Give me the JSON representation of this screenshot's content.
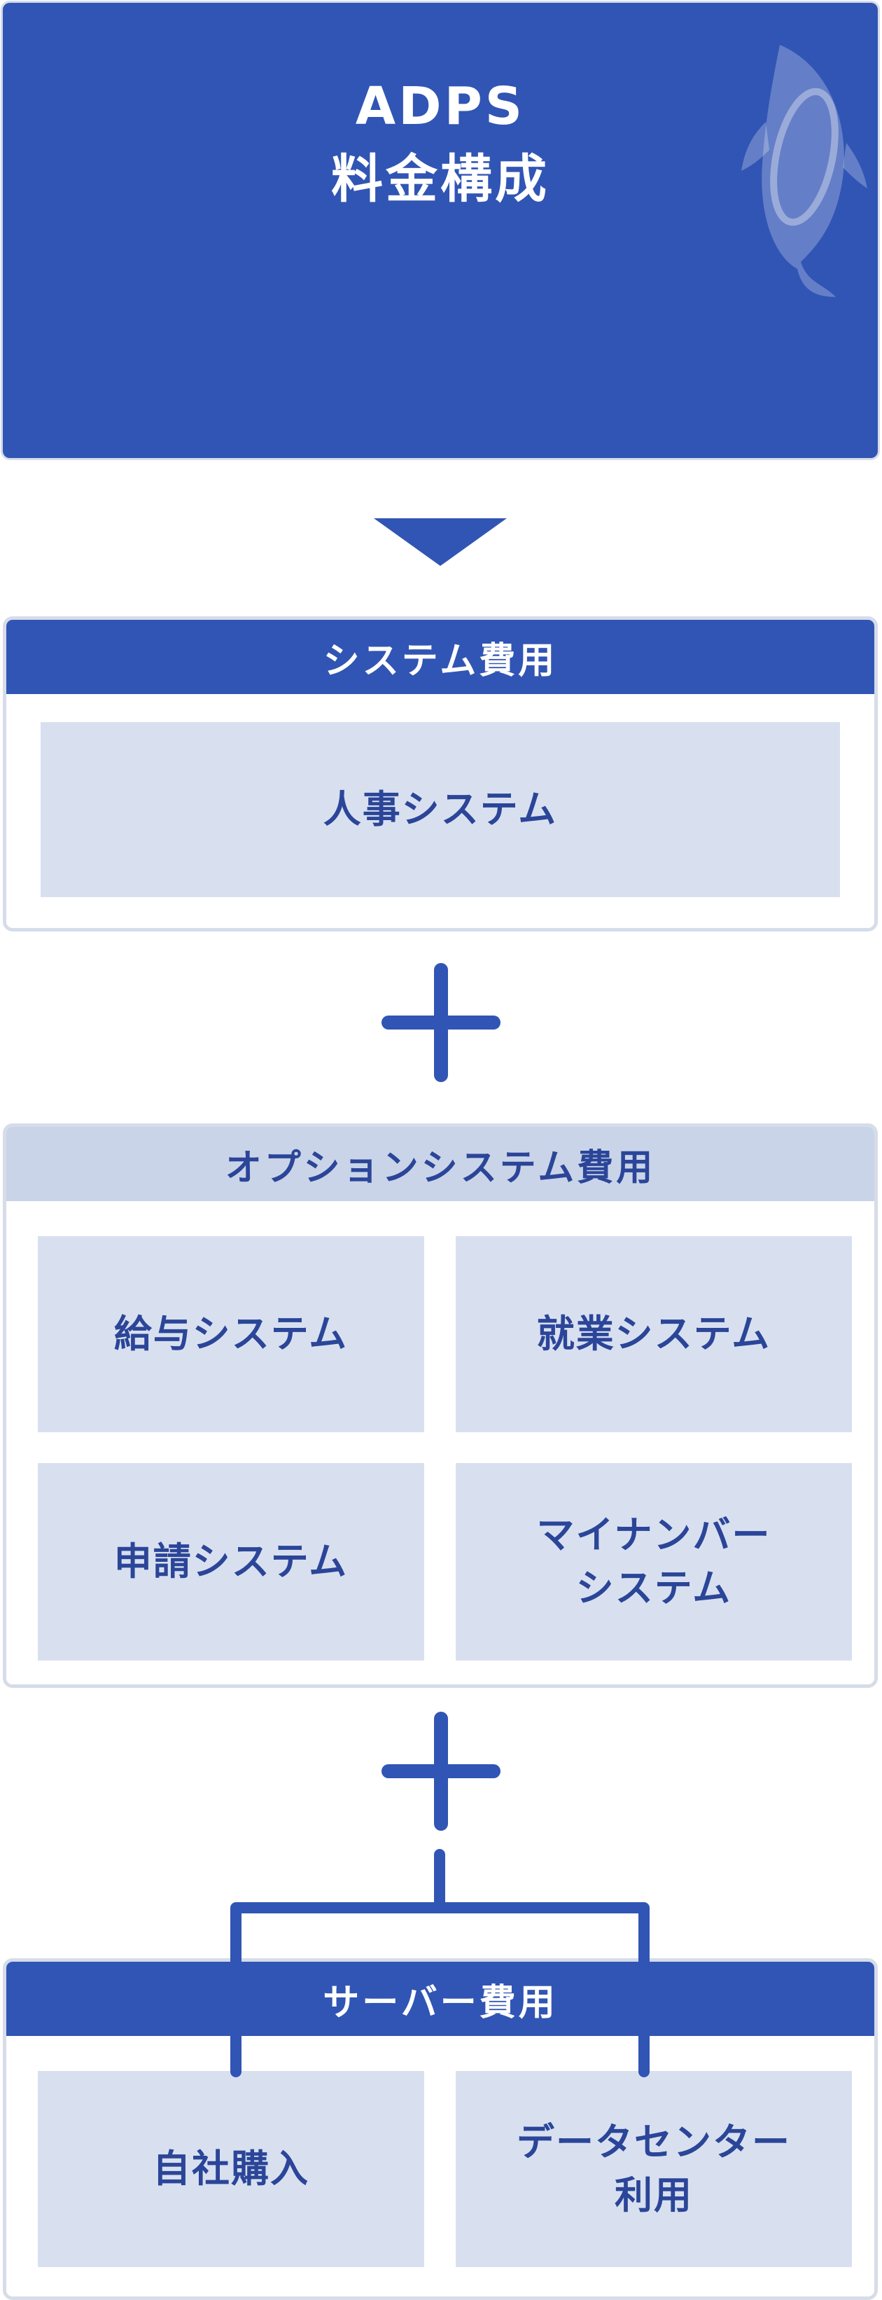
{
  "hero": {
    "line1": "ADPS",
    "line2": "料金構成"
  },
  "system_fee": {
    "header": "システム費用",
    "item": "人事システム"
  },
  "option_fee": {
    "header": "オプションシステム費用",
    "items": [
      "給与システム",
      "就業システム",
      "申請システム",
      "マイナンバー\nシステム"
    ]
  },
  "server_fee": {
    "header": "サーバー費用",
    "items": [
      "自社購入",
      "データセンター\n利用"
    ]
  },
  "colors": {
    "primary": "#3155b4",
    "cell_bg": "#d8e0f0",
    "header_light": "#cad4e8",
    "text_dark_blue": "#2b4598"
  },
  "icons": [
    "whale-logo-icon",
    "arrow-down-icon",
    "plus-icon"
  ]
}
